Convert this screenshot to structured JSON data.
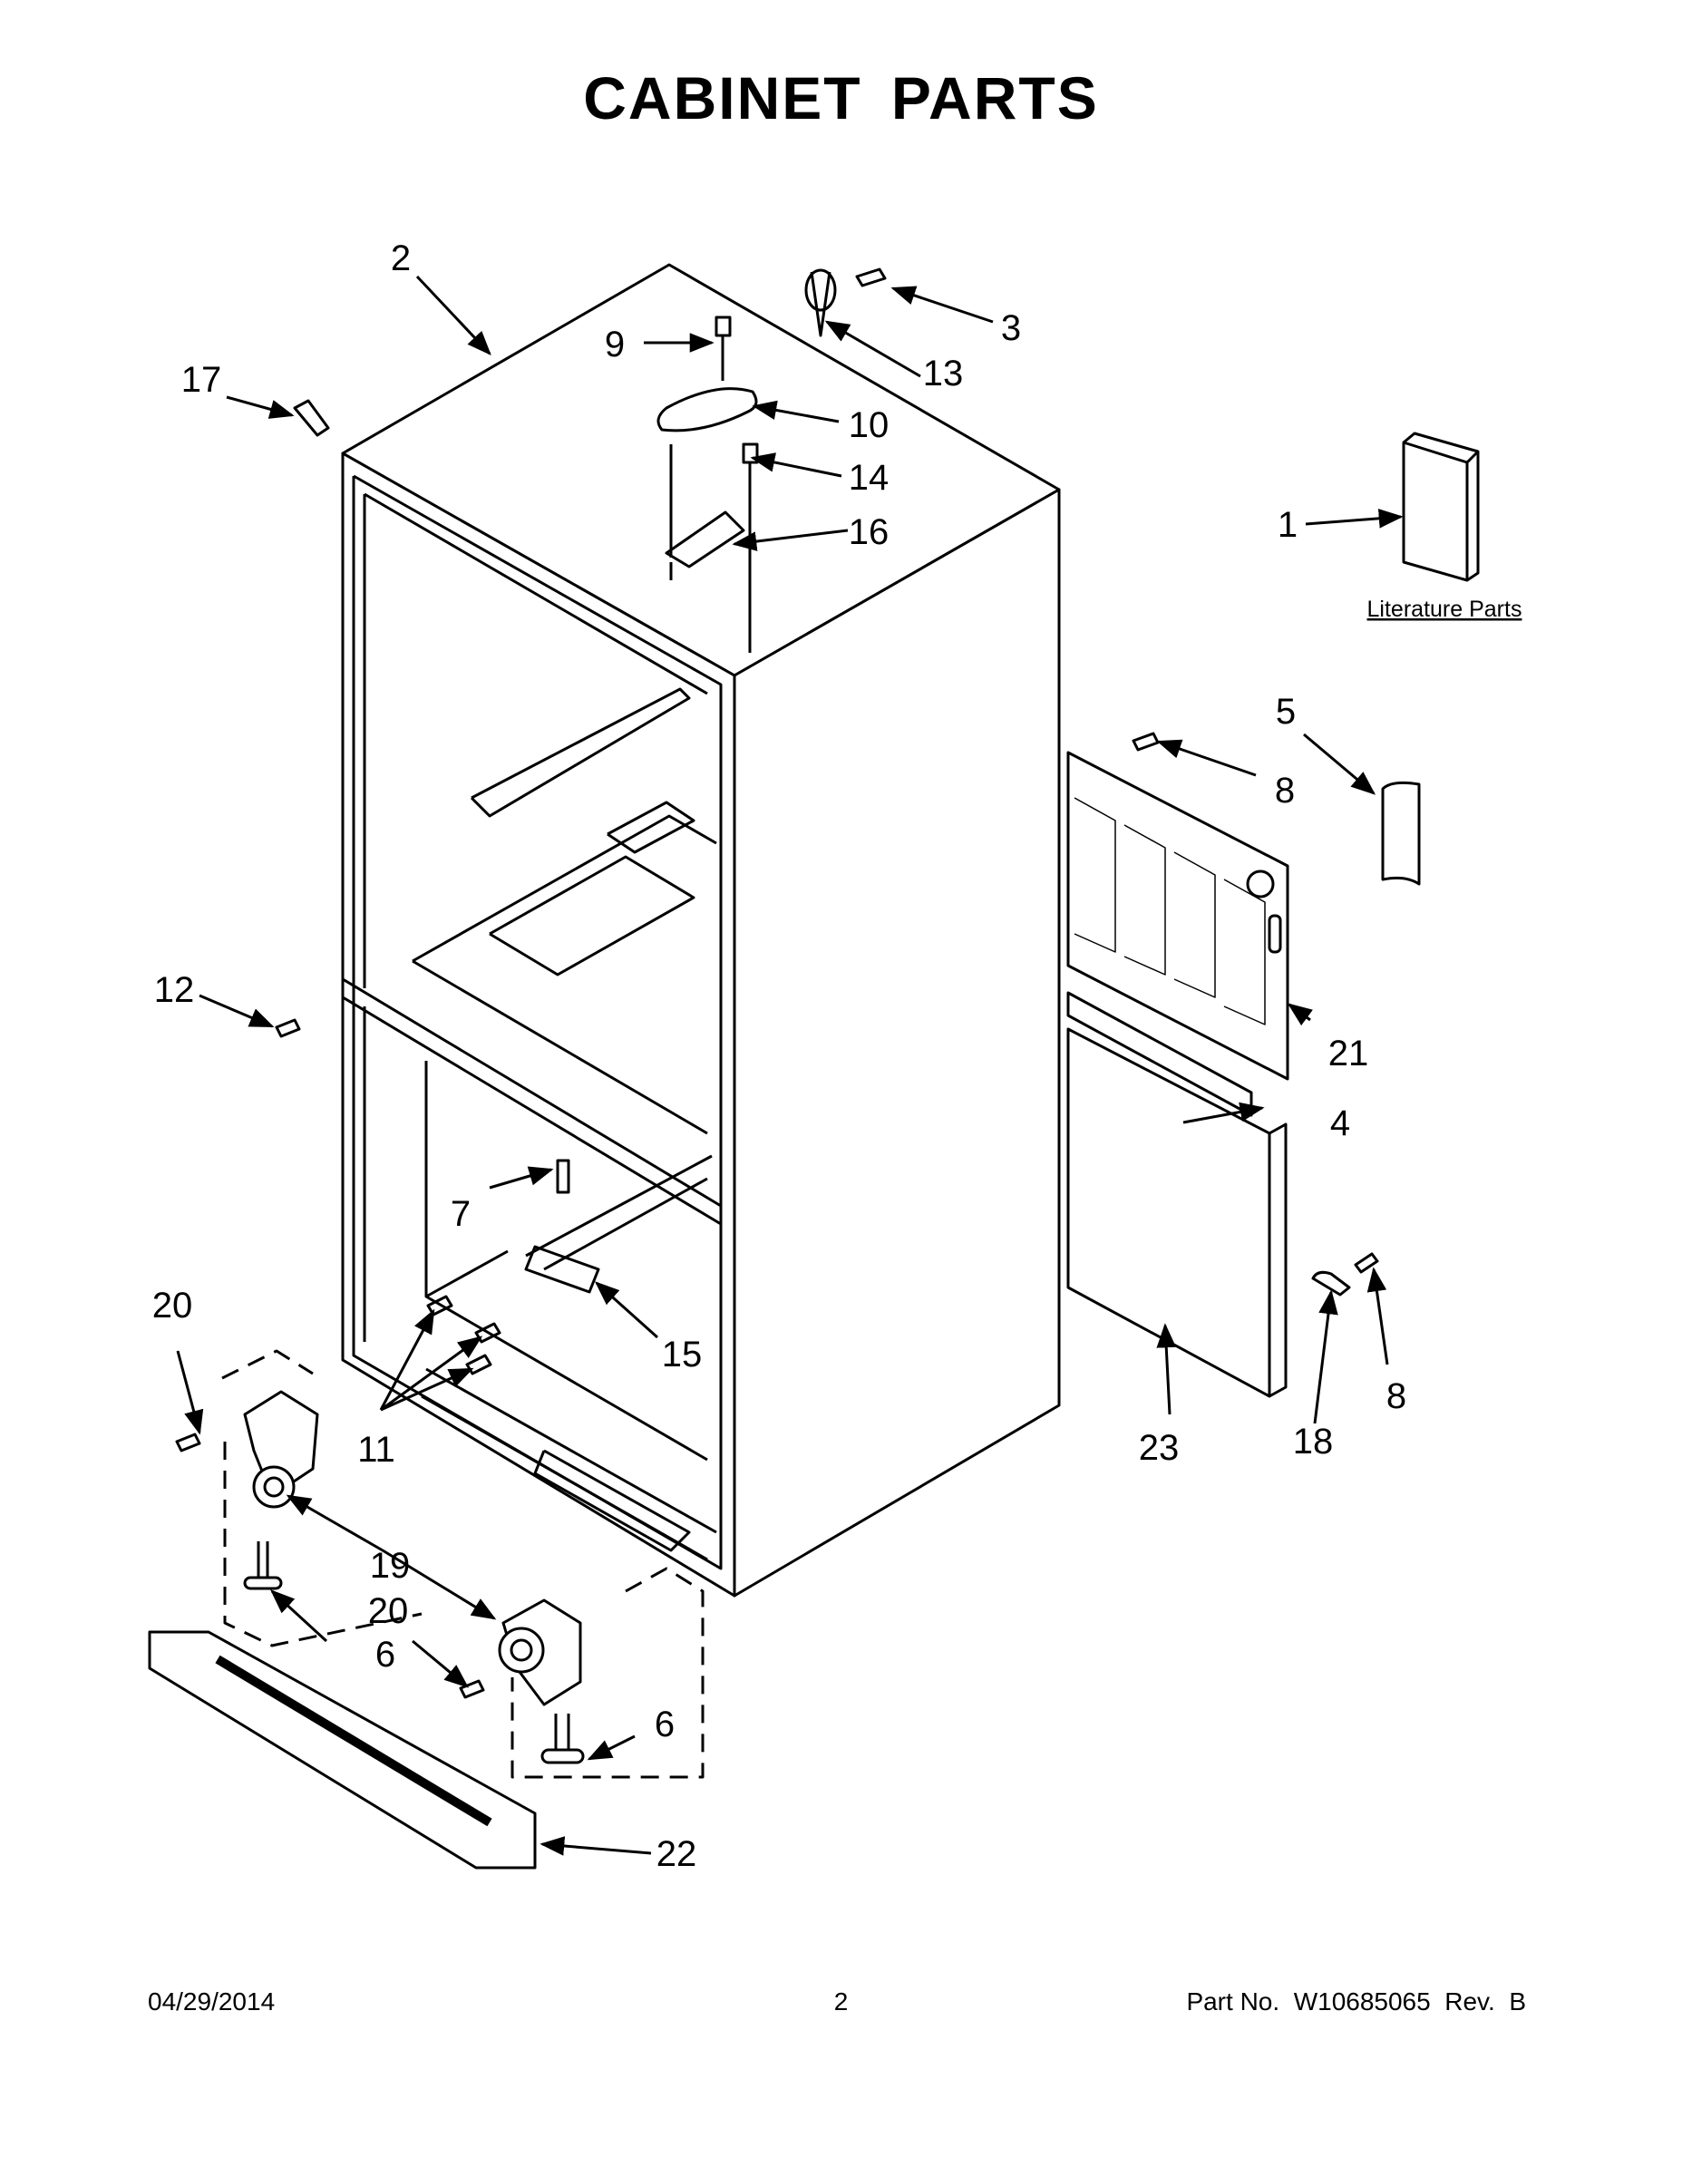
{
  "title": "CABINET PARTS",
  "literature_label": "Literature Parts",
  "callouts": {
    "c1": "1",
    "c2": "2",
    "c3": "3",
    "c4": "4",
    "c5": "5",
    "c6a": "6",
    "c6b": "6",
    "c7": "7",
    "c8a": "8",
    "c8b": "8",
    "c9": "9",
    "c10": "10",
    "c11": "11",
    "c12": "12",
    "c13": "13",
    "c14": "14",
    "c15": "15",
    "c16": "16",
    "c17": "17",
    "c18": "18",
    "c19": "19",
    "c20a": "20",
    "c20b": "20",
    "c21": "21",
    "c22": "22",
    "c23": "23"
  },
  "footer": {
    "date": "04/29/2014",
    "page": "2",
    "part_number": "Part No.  W10685065  Rev.  B"
  }
}
